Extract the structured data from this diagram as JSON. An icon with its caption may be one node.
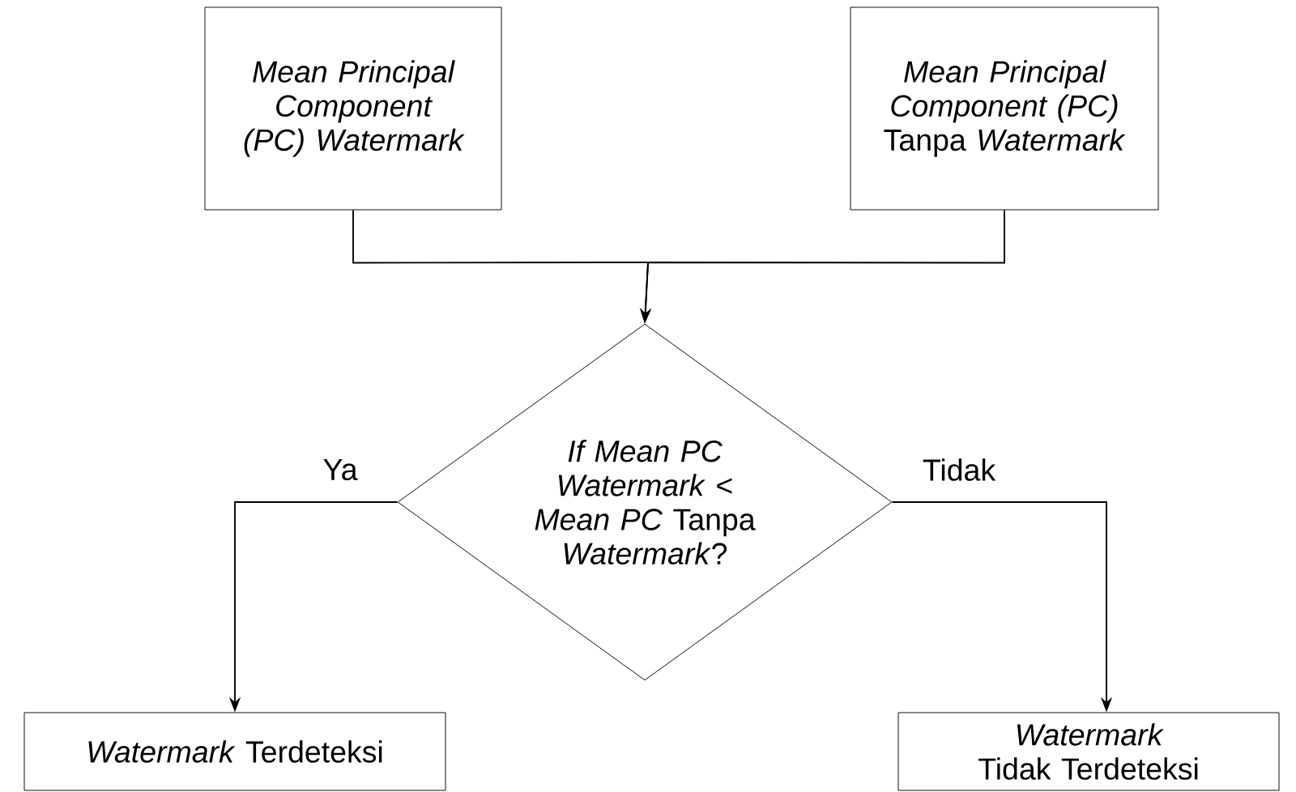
{
  "diagram": {
    "nodes": [
      {
        "text": [
          "Mean Principal Component (PC) Watermark"
        ]
      },
      {
        "text": [
          "*Mean Principal Component (PC)* Tanpa *Watermark*"
        ]
      },
      {
        "text": [
          "*If Mean PC Watermark* < *Mean PC* Tanpa *Watermark*?"
        ]
      },
      {
        "text": [
          "*Watermark* Terdeteksi"
        ]
      },
      {
        "text": [
          "*Watermark* Tidak Terdeteksi"
        ]
      }
    ],
    "edges": [
      {
        "from": 0,
        "to": 2,
        "arrow": "to"
      },
      {
        "from": 1,
        "to": 2,
        "arrow": "to"
      },
      {
        "from": 2,
        "to": 3,
        "arrow": "to",
        "label": "Ya"
      },
      {
        "from": 2,
        "to": 4,
        "arrow": "to",
        "label": "Tidak"
      }
    ]
  }
}
